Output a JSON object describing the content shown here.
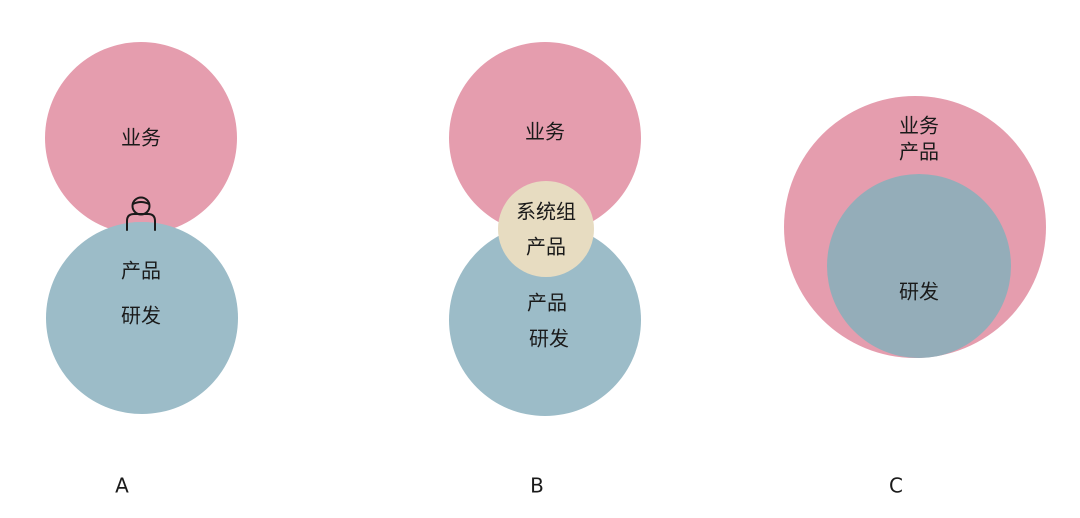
{
  "colors": {
    "business": "#e59dae",
    "rnd": "#9cbcc8",
    "system_group": "#e7dcc1",
    "overlap_ab": "#9cbcc8",
    "overlap_c": "#94adb9",
    "text": "#1a1a1a",
    "background": "#ffffff"
  },
  "panels": {
    "a": {
      "label": "A",
      "top_circle": {
        "label": "业务"
      },
      "bottom_circle": {
        "line1": "产品",
        "line2": "研发"
      },
      "icon": "person-icon"
    },
    "b": {
      "label": "B",
      "top_circle": {
        "label": "业务"
      },
      "middle_circle": {
        "line1": "系统组",
        "line2": "产品"
      },
      "bottom_circle": {
        "line1": "产品",
        "line2": "研发"
      }
    },
    "c": {
      "label": "C",
      "outer_circle": {
        "line1": "业务",
        "line2": "产品"
      },
      "inner_circle": {
        "label": "研发"
      }
    }
  }
}
